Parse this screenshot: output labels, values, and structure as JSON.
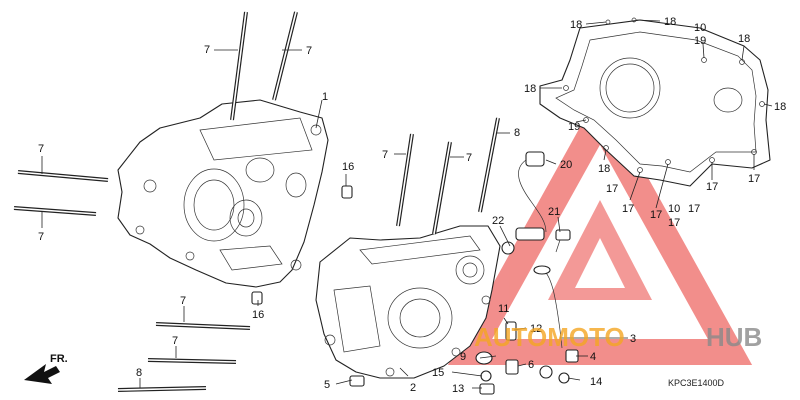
{
  "diagram_code": "KPC3E1400D",
  "front_indicator": "FR.",
  "watermark": {
    "text_part1": "AUTOMOTO",
    "text_part2": "HUB",
    "color_red": "#e8322e",
    "color_orange": "#f4a623",
    "color_gray": "#8a8a8a"
  },
  "callouts": [
    {
      "id": "c1",
      "text": "1"
    },
    {
      "id": "c2",
      "text": "2"
    },
    {
      "id": "c3",
      "text": "3"
    },
    {
      "id": "c4",
      "text": "4"
    },
    {
      "id": "c5",
      "text": "5"
    },
    {
      "id": "c6",
      "text": "6"
    },
    {
      "id": "c7a",
      "text": "7"
    },
    {
      "id": "c7b",
      "text": "7"
    },
    {
      "id": "c7c",
      "text": "7"
    },
    {
      "id": "c7d",
      "text": "7"
    },
    {
      "id": "c7e",
      "text": "7"
    },
    {
      "id": "c7f",
      "text": "7"
    },
    {
      "id": "c7g",
      "text": "7"
    },
    {
      "id": "c7h",
      "text": "7"
    },
    {
      "id": "c8a",
      "text": "8"
    },
    {
      "id": "c8b",
      "text": "8"
    },
    {
      "id": "c9",
      "text": "9"
    },
    {
      "id": "c10a",
      "text": "10"
    },
    {
      "id": "c10b",
      "text": "10"
    },
    {
      "id": "c11",
      "text": "11"
    },
    {
      "id": "c12",
      "text": "12"
    },
    {
      "id": "c13",
      "text": "13"
    },
    {
      "id": "c14",
      "text": "14"
    },
    {
      "id": "c15",
      "text": "15"
    },
    {
      "id": "c16a",
      "text": "16"
    },
    {
      "id": "c16b",
      "text": "16"
    },
    {
      "id": "c17a",
      "text": "17"
    },
    {
      "id": "c17b",
      "text": "17"
    },
    {
      "id": "c17c",
      "text": "17"
    },
    {
      "id": "c17d",
      "text": "17"
    },
    {
      "id": "c17e",
      "text": "17"
    },
    {
      "id": "c17f",
      "text": "17"
    },
    {
      "id": "c17g",
      "text": "17"
    },
    {
      "id": "c18a",
      "text": "18"
    },
    {
      "id": "c18b",
      "text": "18"
    },
    {
      "id": "c18c",
      "text": "18"
    },
    {
      "id": "c18d",
      "text": "18"
    },
    {
      "id": "c18e",
      "text": "18"
    },
    {
      "id": "c18f",
      "text": "18"
    },
    {
      "id": "c19a",
      "text": "19"
    },
    {
      "id": "c19b",
      "text": "19"
    },
    {
      "id": "c20",
      "text": "20"
    },
    {
      "id": "c21",
      "text": "21"
    },
    {
      "id": "c22",
      "text": "22"
    }
  ]
}
